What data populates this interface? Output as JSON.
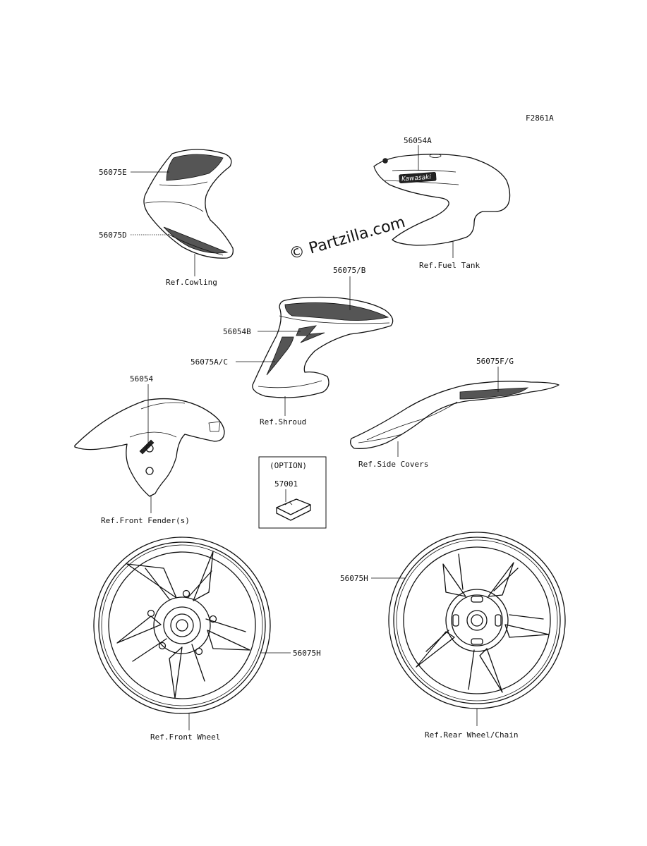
{
  "diagram_code": "F2861A",
  "watermark": "© Partzilla.com",
  "brand_logo_text": "Kawasaki",
  "labels": {
    "p56075E": "56075E",
    "p56075D": "56075D",
    "ref_cowling": "Ref.Cowling",
    "p56054A": "56054A",
    "ref_fuel_tank": "Ref.Fuel Tank",
    "p56075B": "56075/B",
    "p56054B": "56054B",
    "p56075AC": "56075A/C",
    "ref_shroud": "Ref.Shroud",
    "p56075FG": "56075F/G",
    "ref_side_covers": "Ref.Side Covers",
    "p56054": "56054",
    "ref_front_fender": "Ref.Front Fender(s)",
    "option": "(OPTION)",
    "p57001": "57001",
    "p56075H_rear": "56075H",
    "p56075H_front": "56075H",
    "ref_front_wheel": "Ref.Front Wheel",
    "ref_rear_wheel": "Ref.Rear Wheel/Chain"
  }
}
